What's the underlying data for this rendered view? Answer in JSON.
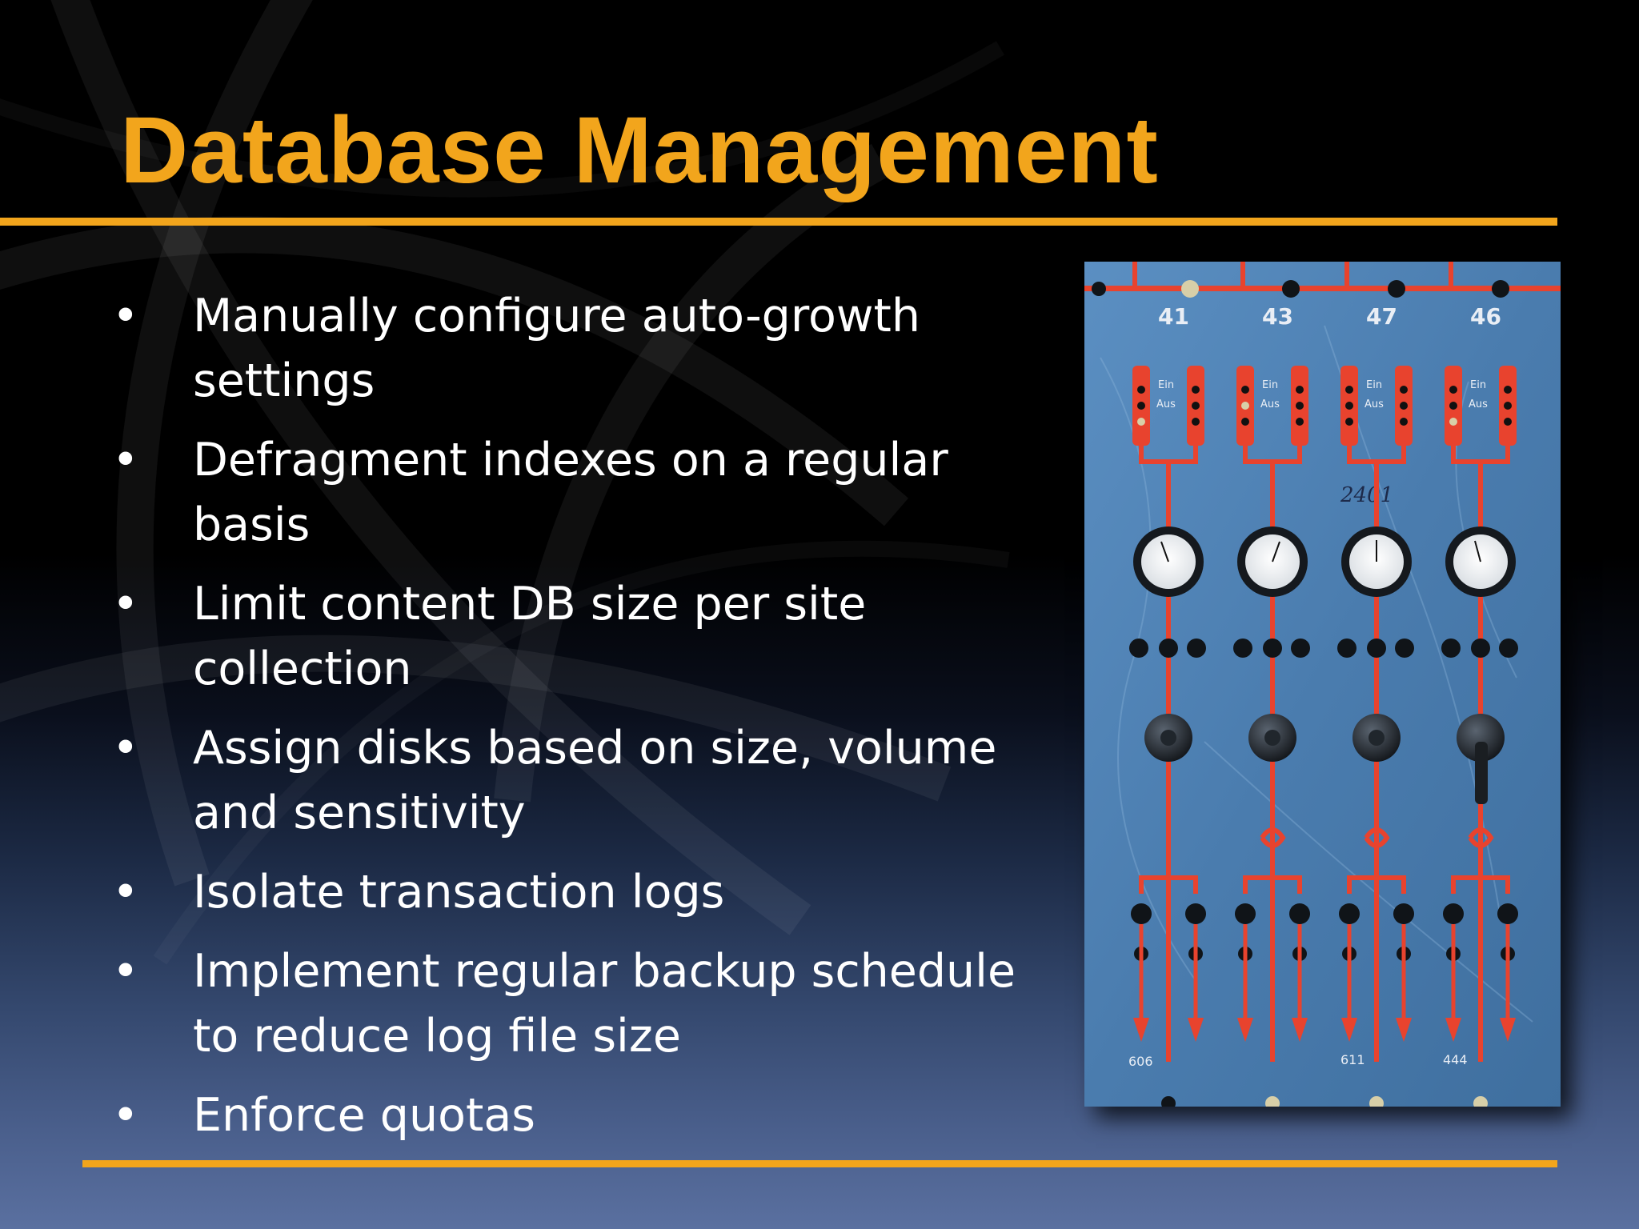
{
  "slide": {
    "title": "Database Management",
    "bullet_symbol": "•",
    "bullets": [
      "Manually configure auto-growth settings",
      "Defragment indexes on a regular basis",
      "Limit content DB size per site collection",
      "Assign disks based on size, volume and sensitivity",
      "Isolate transaction logs",
      "Implement regular backup schedule to reduce log file size",
      "Enforce quotas"
    ]
  },
  "photo": {
    "panel_numbers": [
      "41",
      "43",
      "47",
      "46"
    ],
    "switch_on_label": "Ein",
    "switch_off_label": "Aus",
    "bottom_numbers": [
      "606",
      "611",
      "444"
    ],
    "marked_labels": [
      "2401"
    ]
  },
  "colors": {
    "accent": "#f2a51c",
    "text": "#ffffff",
    "panel_blue": "#4d7fb0",
    "wire_red": "#e8432e"
  }
}
